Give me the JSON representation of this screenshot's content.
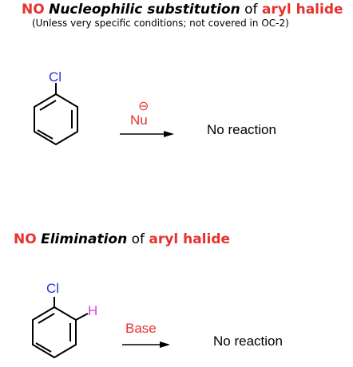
{
  "section1": {
    "no": "NO",
    "title": "Nucleophilic substitution",
    "of": "of",
    "subject": "aryl halide",
    "note": "(Unless very specific conditions; not  covered in OC-2)",
    "substituent": "Cl",
    "reagent": "Nu",
    "charge": "⊖",
    "result": "No reaction"
  },
  "section2": {
    "no": "NO",
    "title": "Elimination",
    "of": "of",
    "subject": "aryl halide",
    "substituent": "Cl",
    "hydrogen": "H",
    "reagent": "Base",
    "result": "No reaction"
  },
  "colors": {
    "red": "#e8312f",
    "blue": "#2433e0",
    "magenta": "#e23be3"
  }
}
